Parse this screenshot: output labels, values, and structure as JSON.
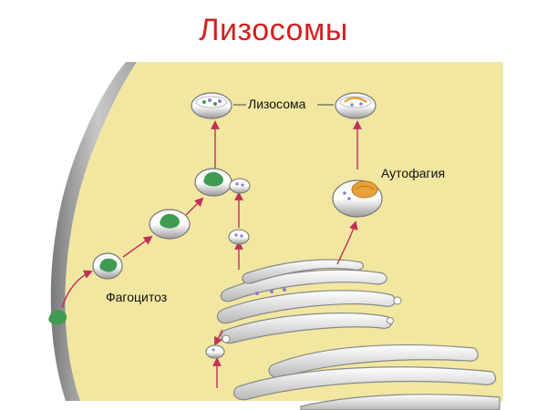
{
  "title": "Лизосомы",
  "labels": {
    "lysosome": "Лизосома",
    "autophagy": "Аутофагия",
    "phagocytosis": "Фагоцитоз"
  },
  "colors": {
    "title": "#d42020",
    "cytoplasm": "#f1e7a0",
    "arrow": "#c0305a",
    "membrane": "#8c8c8c",
    "vesicle_fill": "#ffffff",
    "particle_green": "#3f9a52",
    "mitochondrion": "#e8a23a"
  }
}
